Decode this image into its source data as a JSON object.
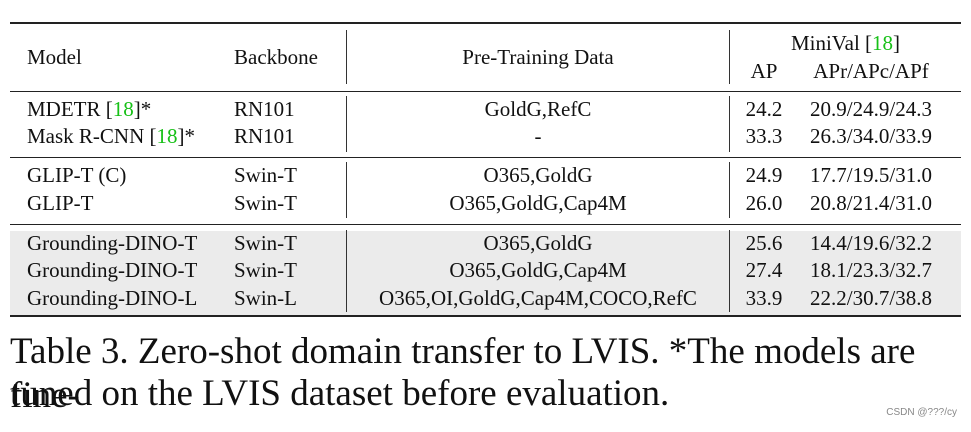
{
  "header": {
    "model": "Model",
    "backbone": "Backbone",
    "pretrain": "Pre-Training Data",
    "minival": "MiniVal",
    "minival_cite": "18",
    "ap": "AP",
    "aprcf": "APr/APc/APf"
  },
  "groups": [
    [
      {
        "model": "MDETR",
        "cite": "18",
        "suffix": "*",
        "backbone": "RN101",
        "data": "GoldG,RefC",
        "ap": "24.2",
        "aprcf": "20.9/24.9/24.3"
      },
      {
        "model": "Mask R-CNN",
        "cite": "18",
        "suffix": "*",
        "backbone": "RN101",
        "data": "-",
        "ap": "33.3",
        "aprcf": "26.3/34.0/33.9"
      }
    ],
    [
      {
        "model": "GLIP-T (C)",
        "backbone": "Swin-T",
        "data": "O365,GoldG",
        "ap": "24.9",
        "aprcf": "17.7/19.5/31.0"
      },
      {
        "model": "GLIP-T",
        "backbone": "Swin-T",
        "data": "O365,GoldG,Cap4M",
        "ap": "26.0",
        "aprcf": "20.8/21.4/31.0"
      }
    ],
    [
      {
        "model": "Grounding-DINO-T",
        "backbone": "Swin-T",
        "data": "O365,GoldG",
        "ap": "25.6",
        "aprcf": "14.4/19.6/32.2"
      },
      {
        "model": "Grounding-DINO-T",
        "backbone": "Swin-T",
        "data": "O365,GoldG,Cap4M",
        "ap": "27.4",
        "aprcf": "18.1/23.3/32.7"
      },
      {
        "model": "Grounding-DINO-L",
        "backbone": "Swin-L",
        "data": "O365,OI,GoldG,Cap4M,COCO,RefC",
        "ap": "33.9",
        "aprcf": "22.2/30.7/38.8"
      }
    ]
  ],
  "caption": {
    "line1": "Table 3. Zero-shot domain transfer to LVIS. *The models are fine-",
    "line2": "tuned on the LVIS dataset before evaluation."
  },
  "watermark": "CSDN @???/cy"
}
